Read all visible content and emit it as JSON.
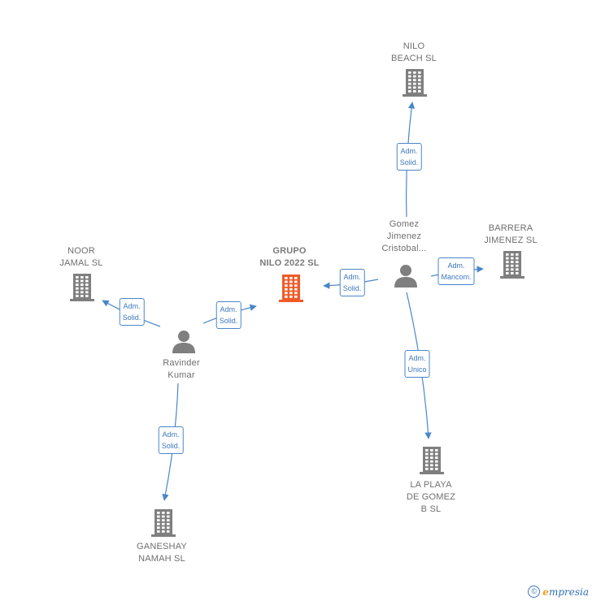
{
  "colors": {
    "building": "#7f7f7f",
    "building_main": "#f05a28",
    "person": "#7f7f7f",
    "edge": "#4a86c8"
  },
  "nodes": [
    {
      "id": "nilo_beach",
      "type": "company",
      "label": "NILO\nBEACH  SL"
    },
    {
      "id": "gomez",
      "type": "person",
      "label": "Gomez\nJimenez\nCristobal..."
    },
    {
      "id": "barrera",
      "type": "company",
      "label": "BARRERA\nJIMENEZ  SL"
    },
    {
      "id": "noor",
      "type": "company",
      "label": "NOOR\nJAMAL SL"
    },
    {
      "id": "grupo",
      "type": "company",
      "main": true,
      "label": "GRUPO\nNILO 2022  SL"
    },
    {
      "id": "ravinder",
      "type": "person",
      "label": "Ravinder\nKumar"
    },
    {
      "id": "la_playa",
      "type": "company",
      "label": "LA PLAYA\nDE GOMEZ\nB  SL"
    },
    {
      "id": "ganeshay",
      "type": "company",
      "label": "GANESHAY\nNAMAH  SL"
    }
  ],
  "edges": [
    {
      "from": "gomez",
      "to": "nilo_beach",
      "label": "Adm.\nSolid."
    },
    {
      "from": "gomez",
      "to": "barrera",
      "label": "Adm.\nMancom."
    },
    {
      "from": "gomez",
      "to": "grupo",
      "label": "Adm.\nSolid."
    },
    {
      "from": "gomez",
      "to": "la_playa",
      "label": "Adm.\nUnico"
    },
    {
      "from": "ravinder",
      "to": "grupo",
      "label": "Adm.\nSolid."
    },
    {
      "from": "ravinder",
      "to": "noor",
      "label": "Adm.\nSolid."
    },
    {
      "from": "ravinder",
      "to": "ganeshay",
      "label": "Adm.\nSolid."
    }
  ],
  "footer": {
    "copyright": "©",
    "brand_first": "e",
    "brand_rest": "mpresia"
  }
}
